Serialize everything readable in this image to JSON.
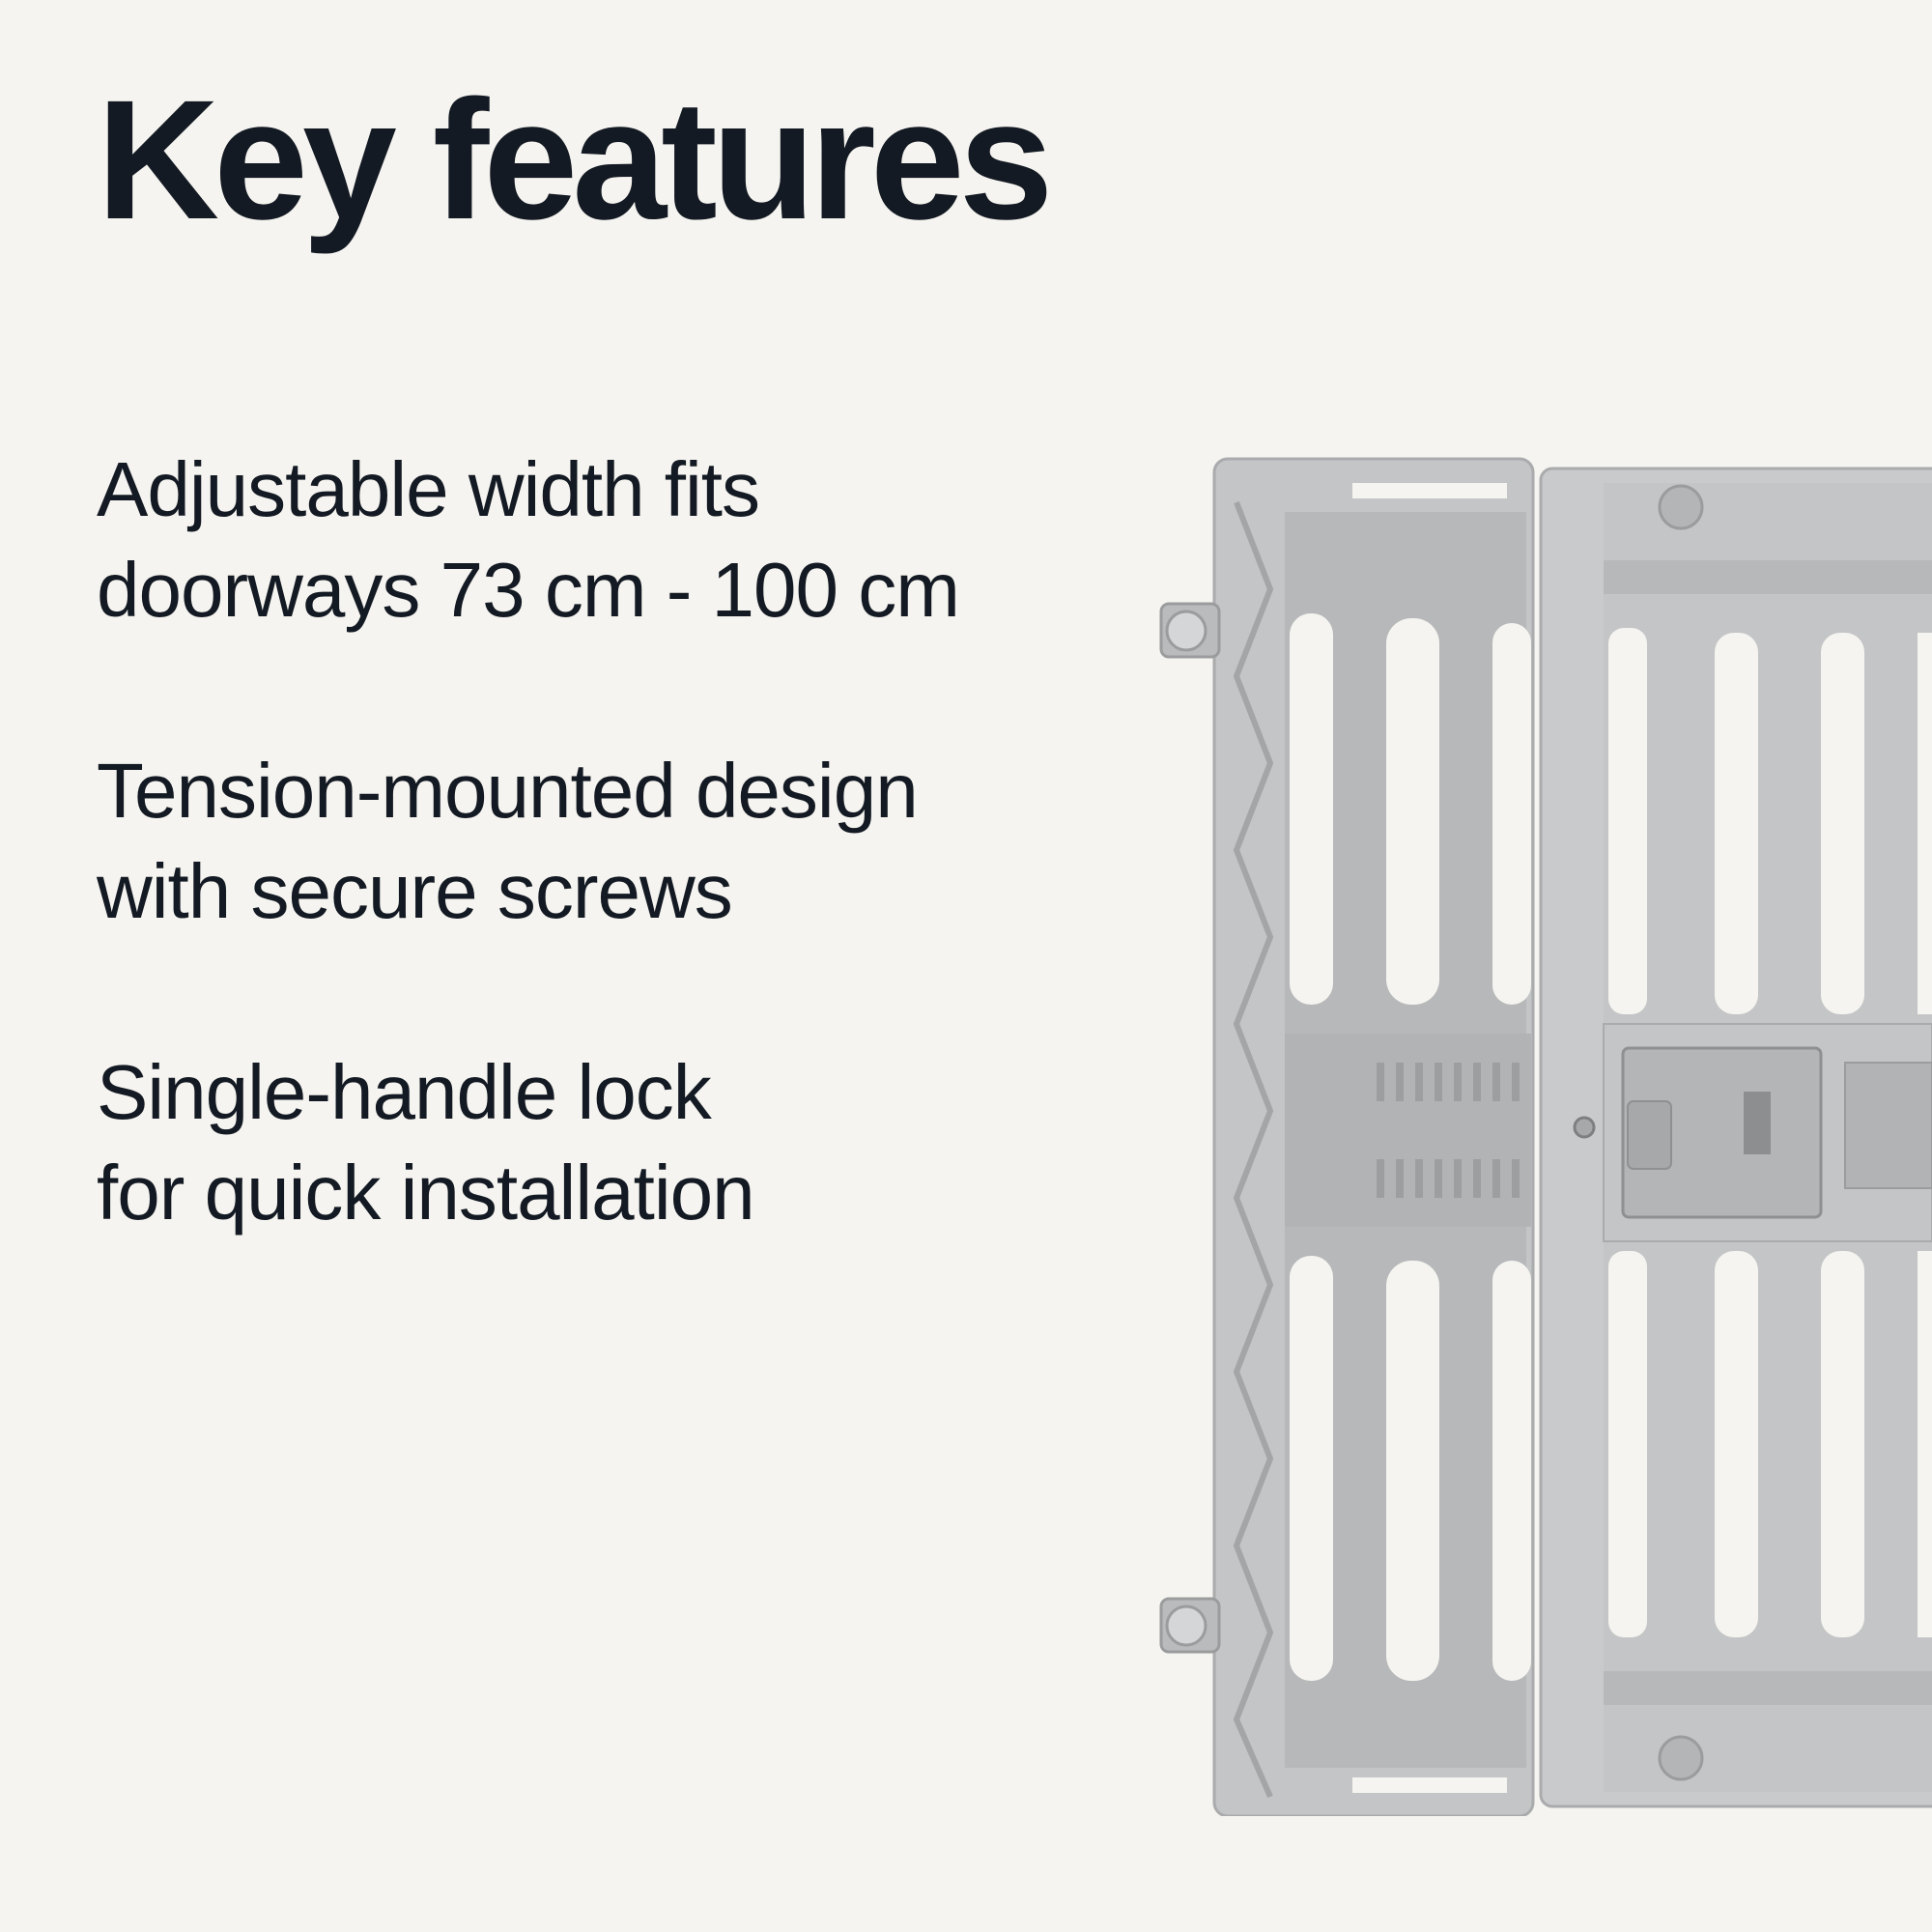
{
  "heading": "Key features",
  "features": [
    {
      "line1": "Adjustable width fits",
      "line2": "doorways 73 cm - 100 cm"
    },
    {
      "line1": "Tension-mounted design",
      "line2": "with secure screws"
    },
    {
      "line1": "Single-handle lock",
      "line2": "for quick installation"
    }
  ],
  "product_image": {
    "icon": "pet-gate-photo"
  },
  "colors": {
    "background": "#f5f4f0",
    "text": "#141a23",
    "gate": "#c3c5c6"
  }
}
